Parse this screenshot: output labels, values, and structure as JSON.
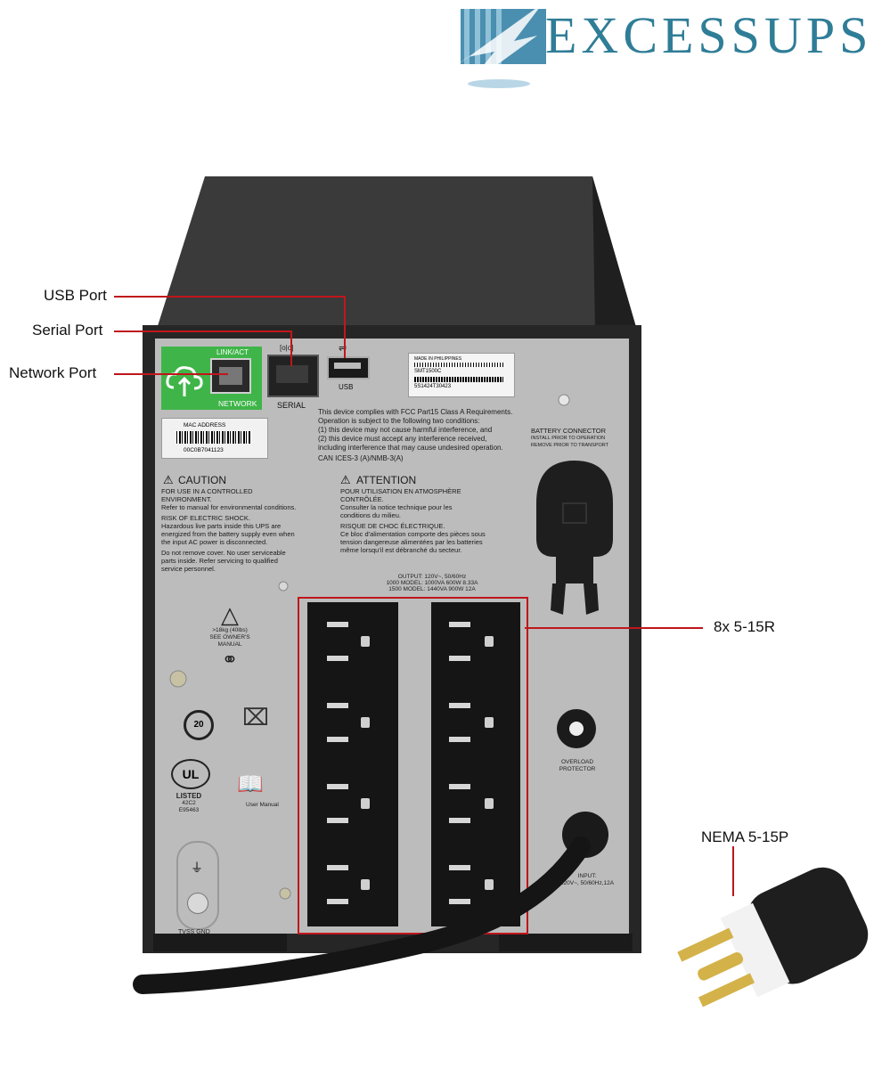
{
  "brand": {
    "name": "EXCESSUPS"
  },
  "callouts": {
    "usb": "USB Port",
    "serial": "Serial Port",
    "network": "Network Port",
    "outlets": "8x 5-15R",
    "plug": "NEMA 5-15P"
  },
  "ports": {
    "network_top": "LINK/ACT",
    "network_bottom": "NETWORK",
    "serial_label": "SERIAL",
    "usb_label": "USB",
    "mac_label": "MAC ADDRESS",
    "mac_value": "00C0B7041123"
  },
  "serial_sticker": {
    "line1": "MADE IN PHILIPPINES",
    "line2": "SMT1500C",
    "line3": "5S1424T30423"
  },
  "fcc": {
    "line1": "This device complies with FCC Part15 Class A Requirements.",
    "line2": "Operation is subject to the following two conditions:",
    "line3": "(1) this device may not cause harmful interference, and",
    "line4": "(2) this device must accept any interference received,",
    "line5": "including interference that may cause undesired operation.",
    "line6": "CAN ICES-3 (A)/NMB-3(A)"
  },
  "caution": {
    "title": "CAUTION",
    "l1": "FOR USE IN A CONTROLLED",
    "l2": "ENVIRONMENT.",
    "l3": "Refer to manual for environmental conditions.",
    "l4": "RISK OF ELECTRIC SHOCK.",
    "l5": "Hazardous live parts inside this UPS are",
    "l6": "energized from the battery supply even when",
    "l7": "the input AC power is disconnected.",
    "l8": "Do not remove cover. No user serviceable",
    "l9": "parts inside. Refer servicing to qualified",
    "l10": "service personnel."
  },
  "attention": {
    "title": "ATTENTION",
    "l1": "POUR UTILISATION EN ATMOSPHÈRE",
    "l2": "CONTRÔLÉE.",
    "l3": "Consulter la notice technique pour les",
    "l4": "conditions du milieu.",
    "l5": "RISQUE DE CHOC ÉLECTRIQUE.",
    "l6": "Ce bloc d'alimentation comporte des pièces sous",
    "l7": "tension dangereuse alimentées par les batteries",
    "l8": "même lorsqu'il est débranché du secteur."
  },
  "battery": {
    "title": "BATTERY CONNECTOR",
    "l1": "INSTALL PRIOR TO OPERATION",
    "l2": "REMOVE PRIOR TO TRANSPORT"
  },
  "output": {
    "l1": "OUTPUT: 120V~, 50/60Hz",
    "l2": "1000 MODEL: 1000VA 600W 8.33A",
    "l3": "1500 MODEL: 1440VA 900W 12A"
  },
  "weight": {
    "l1": ">18kg (40lbs)",
    "l2": "SEE OWNER'S",
    "l3": "MANUAL"
  },
  "ul": {
    "l1": "LISTED",
    "l2": "42C2",
    "l3": "E95463",
    "manual": "User Manual"
  },
  "overload": {
    "l1": "OVERLOAD",
    "l2": "PROTECTOR"
  },
  "input": {
    "l1": "INPUT:",
    "l2": "120V~, 50/60Hz,12A"
  },
  "tvss": "TVSS GND",
  "colors": {
    "brand": "#2f7d97",
    "callout_line": "#c0161b",
    "network_green": "#3fb549",
    "chassis": "#2b2b2b",
    "panel": "#bdbdbd"
  }
}
